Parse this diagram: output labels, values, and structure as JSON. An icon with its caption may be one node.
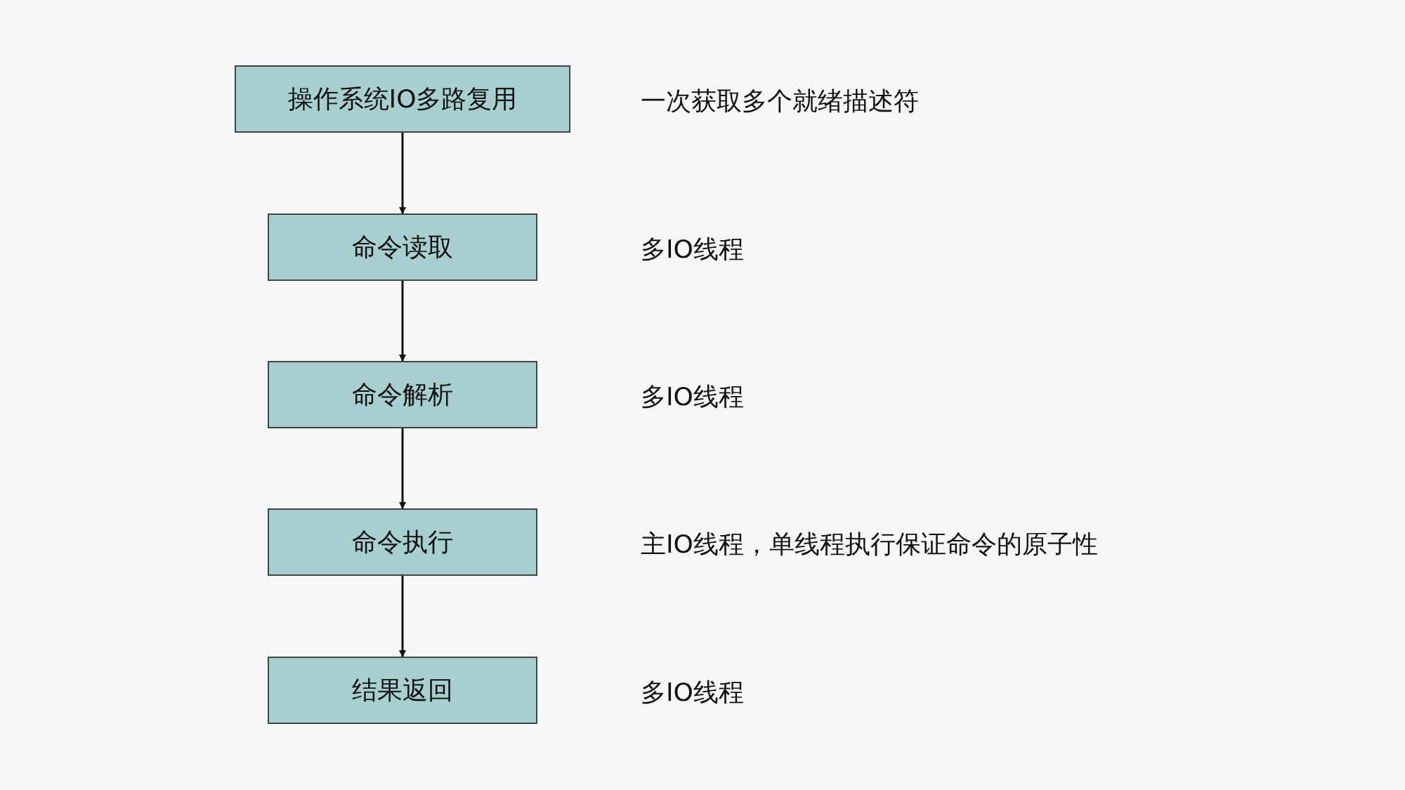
{
  "diagram": {
    "nodes": [
      {
        "text": [
          "操作系统IO多路复用"
        ]
      },
      {
        "text": [
          "命令读取"
        ]
      },
      {
        "text": [
          "命令解析"
        ]
      },
      {
        "text": [
          "命令执行"
        ]
      },
      {
        "text": [
          "结果返回"
        ]
      }
    ],
    "edges": [
      {
        "from": 0,
        "to": 1,
        "arrow": "to"
      },
      {
        "from": 1,
        "to": 2,
        "arrow": "to"
      },
      {
        "from": 2,
        "to": 3,
        "arrow": "to"
      },
      {
        "from": 3,
        "to": 4,
        "arrow": "to"
      }
    ],
    "labels": [
      "一次获取多个就绪描述符",
      "多IO线程",
      "多IO线程",
      "主IO线程，单线程执行保证命令的原子性",
      "多IO线程"
    ]
  }
}
